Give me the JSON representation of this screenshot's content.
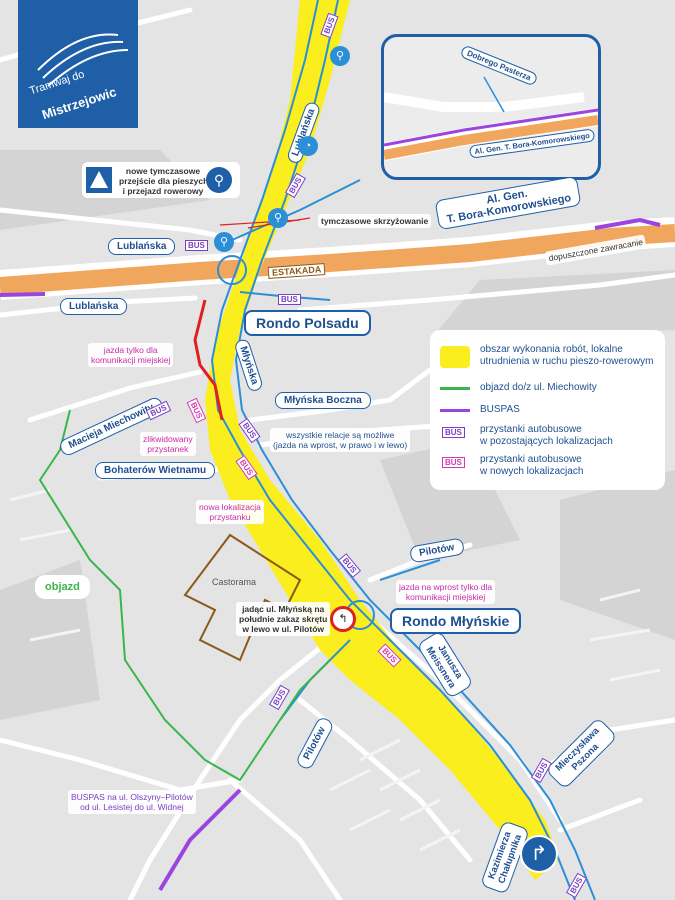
{
  "logo": {
    "line1": "Tramwaj do",
    "line2": "Mistrzejowic",
    "color": "#1f5fa8"
  },
  "colors": {
    "work_area": "#fbee1f",
    "detour": "#3ab54a",
    "buspas": "#9b45e0",
    "bus_old": "#7a3fc4",
    "bus_new": "#d33ab0",
    "estakada": "#f0a75d",
    "road": "#ffffff",
    "route": "#2b8fd8",
    "background": "#e4e4e4"
  },
  "streets": {
    "lublanska_top": "Lublańska",
    "lublanska_left": "Lublańska",
    "lublanska_bottom": "Lublańska",
    "bora": "Al. Gen.\nT. Bora-Komorowskiego",
    "estakada": "ESTAKADA",
    "rondo_polsadu": "Rondo Polsadu",
    "mlynska": "Młyńska",
    "mlynska_boczna": "Młyńska Boczna",
    "macieja": "Macieja Miechowity",
    "bohaterow": "Bohaterów Wietnamu",
    "pilotow_right": "Pilotów",
    "pilotow_left": "Pilotów",
    "rondo_mlynskie": "Rondo Młyńskie",
    "janusza": "Janusza\nMeissnera",
    "mieczyslawa": "Mieczysława\nPszona",
    "kazimierza": "Kazimierza\nChałupnika",
    "castorama": "Castorama",
    "objazd": "objazd"
  },
  "inset": {
    "dobrego": "Dobrego Pasterza",
    "bora": "Al. Gen. T. Bora-Komorowskiego"
  },
  "notes": {
    "crossing": "nowe tymczasowe\nprzejście dla pieszych\ni przejazd rowerowy",
    "temp_junction": "tymczasowe skrzyżowanie",
    "uturn": "dopuszczone zawracanie",
    "city_only_1": "jazda tylko dla\nkomunikacji miejskiej",
    "removed_stop": "zlikwidowany\nprzystanek",
    "all_relations": "wszystkie relacje są możliwe\n(jazda na wprost, w prawo i w lewo)",
    "new_stop": "nowa lokalizacja\nprzystanku",
    "straight_city": "jazda na wprost tylko dla\nkomunikacji miejskiej",
    "no_left": "jadąc ul. Młyńską na\npołudnie zakaz skrętu\nw lewo w ul. Pilotów",
    "buspas_note": "BUSPAS na ul. Olszyny–Pilotów\nod ul. Lesistej do ul. Widnej"
  },
  "legend": {
    "work": "obszar wykonania robót, lokalne\nutrudnienia w ruchu pieszo-rowerowym",
    "detour": "objazd do/z ul. Miechowity",
    "buspas": "BUSPAS",
    "bus_old": "przystanki autobusowe\nw pozostających lokalizacjach",
    "bus_new": "przystanki autobusowe\nw nowych lokalizacjach",
    "bus_tag": "BUS"
  },
  "bus_tag": "BUS"
}
